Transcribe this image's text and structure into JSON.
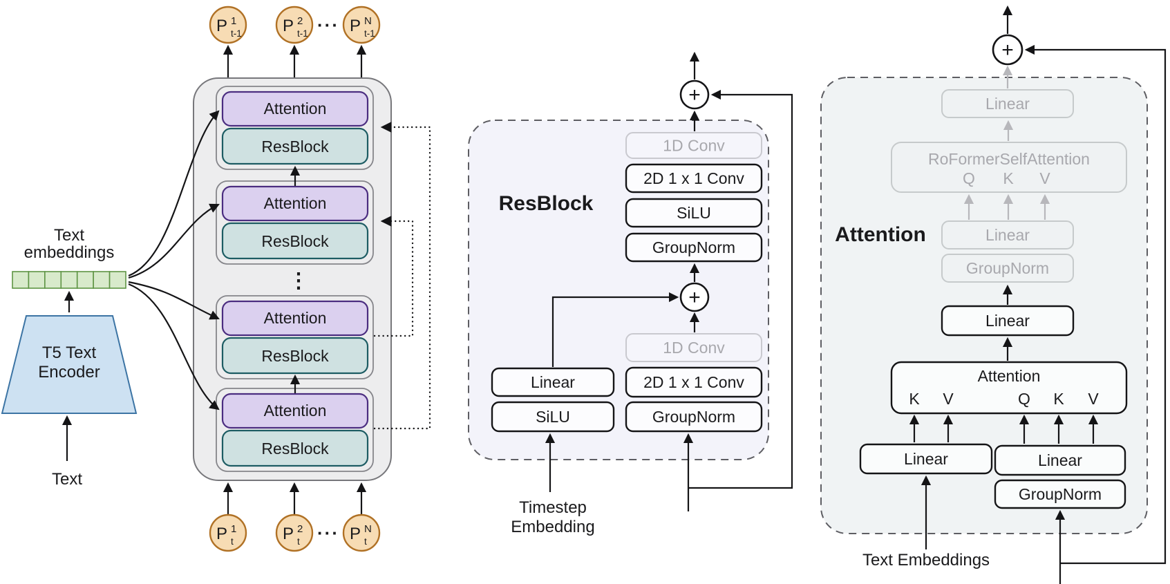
{
  "figure": {
    "left": {
      "outputs": {
        "tokens": [
          {
            "base": "P",
            "sup": "1",
            "sub": "t-1"
          },
          {
            "base": "P",
            "sup": "2",
            "sub": "t-1"
          },
          {
            "base": "P",
            "sup": "N",
            "sub": "t-1"
          }
        ],
        "ellipsis": "···"
      },
      "inputs": {
        "tokens": [
          {
            "base": "P",
            "sup": "1",
            "sub": "t"
          },
          {
            "base": "P",
            "sup": "2",
            "sub": "t"
          },
          {
            "base": "P",
            "sup": "N",
            "sub": "t"
          }
        ],
        "ellipsis": "···"
      },
      "stack": {
        "groups": [
          {
            "attention": "Attention",
            "resblock": "ResBlock"
          },
          {
            "attention": "Attention",
            "resblock": "ResBlock"
          },
          {
            "attention": "Attention",
            "resblock": "ResBlock"
          },
          {
            "attention": "Attention",
            "resblock": "ResBlock"
          }
        ],
        "ellipsis": "⋮"
      },
      "embeddings_label": {
        "line1": "Text",
        "line2": "embeddings"
      },
      "encoder": {
        "line1": "T5 Text",
        "line2": "Encoder"
      },
      "input_label": "Text"
    },
    "resblock_panel": {
      "title": "ResBlock",
      "plus": "+",
      "boxes": {
        "conv1d_top": "1D Conv",
        "conv2d_top": "2D 1 x 1 Conv",
        "silu_top": "SiLU",
        "groupnorm_top": "GroupNorm",
        "conv1d_mid": "1D Conv",
        "conv2d_mid": "2D 1 x 1 Conv",
        "groupnorm_bottom": "GroupNorm",
        "linear": "Linear",
        "silu_left": "SiLU"
      },
      "timestep_label": {
        "line1": "Timestep",
        "line2": "Embedding"
      }
    },
    "attention_panel": {
      "title": "Attention",
      "plus": "+",
      "boxes": {
        "linear_out": "Linear",
        "roformer": "RoFormerSelfAttention",
        "roformer_qkv": [
          "Q",
          "K",
          "V"
        ],
        "linear_mid": "Linear",
        "groupnorm_mid": "GroupNorm",
        "linear_pre": "Linear",
        "attn_title": "Attention",
        "kv": [
          "K",
          "V"
        ],
        "qkv": [
          "Q",
          "K",
          "V"
        ],
        "linear_kv": "Linear",
        "linear_qkv": "Linear",
        "groupnorm_in": "GroupNorm"
      },
      "text_embeddings_label": "Text Embeddings"
    },
    "colors": {
      "attention_fill": "#dbd0ef",
      "attention_border": "#4b2d80",
      "resblock_fill": "#cfe1e1",
      "resblock_border": "#1d5c63",
      "token_fill": "#f7dcb4",
      "token_border": "#b07125",
      "embedding_fill": "#d8eacb",
      "embedding_border": "#5e9444",
      "encoder_fill": "#cde1f2",
      "encoder_border": "#3c74a4",
      "resblock_panel_fill": "#f3f3fa",
      "attention_panel_fill": "#f0f3f4"
    }
  }
}
